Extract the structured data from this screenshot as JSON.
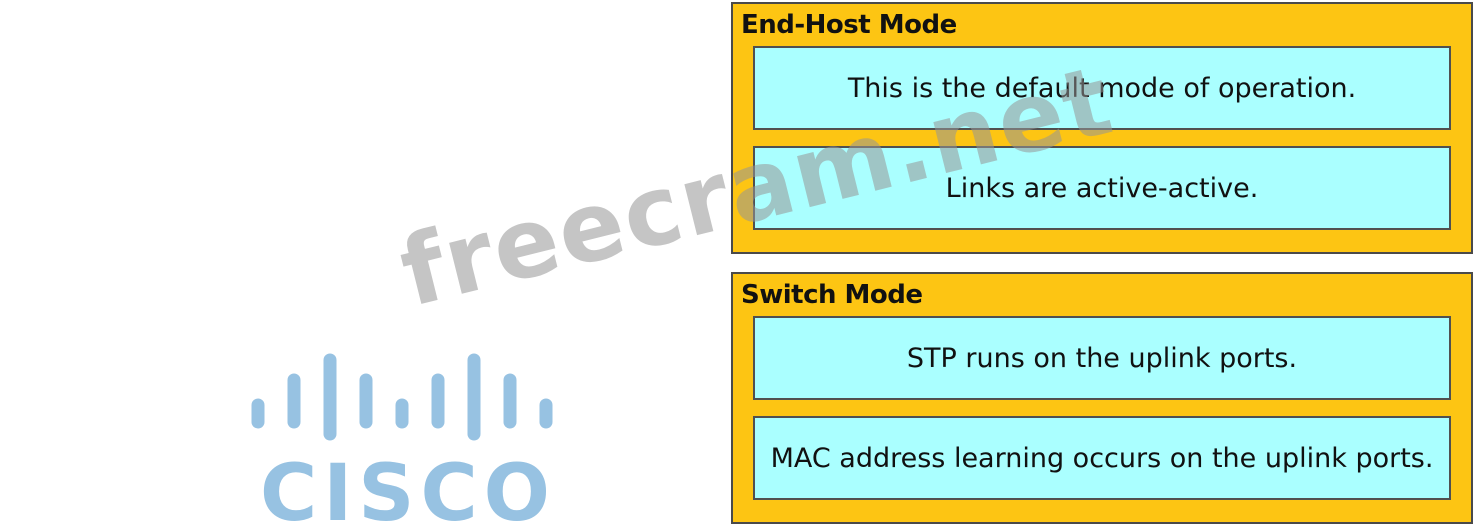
{
  "logo": {
    "text": "CISCO",
    "icon": "cisco-bridge-icon",
    "color": "#97c2e2"
  },
  "watermark": "freecram.net",
  "groups": [
    {
      "title": "End-Host Mode",
      "items": [
        "This is the default mode of operation.",
        "Links are active-active."
      ]
    },
    {
      "title": "Switch Mode",
      "items": [
        "STP runs on the uplink ports.",
        "MAC address learning occurs on the uplink ports."
      ]
    }
  ],
  "colors": {
    "group_background": "#fdc513",
    "item_background": "#aaffff",
    "border": "#4a4a4a"
  }
}
